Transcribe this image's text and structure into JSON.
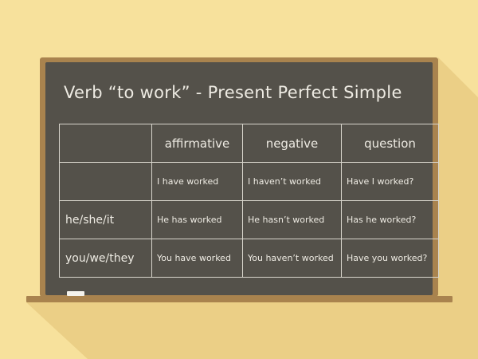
{
  "title": "Verb “to work” - Present Perfect Simple",
  "headers": [
    "",
    "affirmative",
    "negative",
    "question"
  ],
  "rows": [
    {
      "subject": "",
      "affirmative": "I have worked",
      "negative": "I haven’t worked",
      "question": "Have I worked?"
    },
    {
      "subject": "he/she/it",
      "affirmative": "He has worked",
      "negative": "He hasn’t worked",
      "question": "Has he worked?"
    },
    {
      "subject": "you/we/they",
      "affirmative": "You have worked",
      "negative": "You haven’t worked",
      "question": "Have you worked?"
    }
  ],
  "colors": {
    "background": "#f7e19c",
    "frame": "#a9834e",
    "board": "#54514a",
    "chalk": "#eeebe3"
  }
}
